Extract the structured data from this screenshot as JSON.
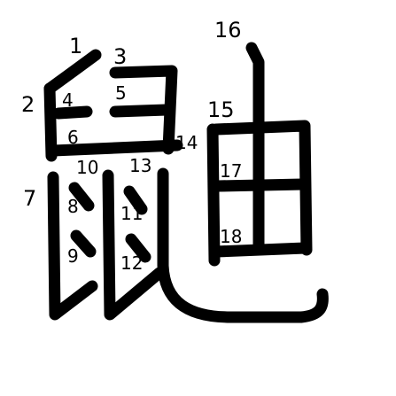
{
  "stroke_color": "#000000",
  "background_color": "#ffffff",
  "stroke_numbers": [
    "1",
    "2",
    "3",
    "4",
    "5",
    "6",
    "7",
    "8",
    "9",
    "10",
    "11",
    "12",
    "13",
    "14",
    "15",
    "16",
    "17",
    "18"
  ]
}
